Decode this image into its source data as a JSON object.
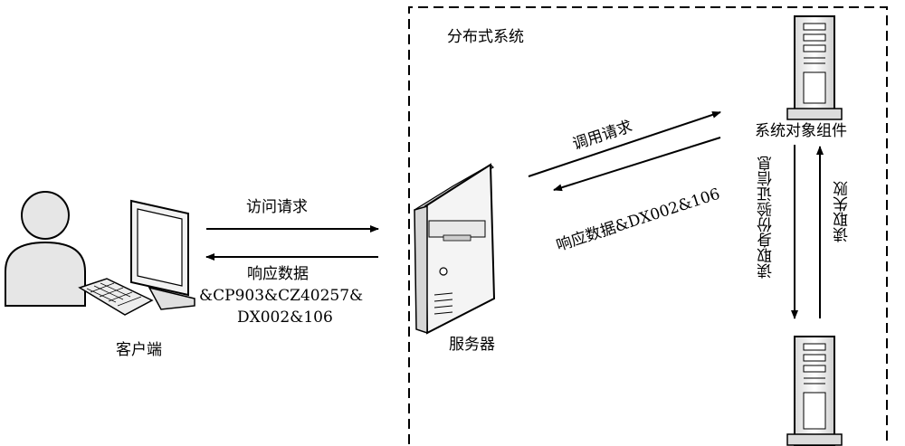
{
  "system_label": "分布式系统",
  "client_label": "客户端",
  "server_label": "服务器",
  "component_label": "系统对象组件",
  "access_request": "访问请求",
  "response_line1": "响应数据",
  "response_line2": "&CP903&CZ40257&",
  "response_line3": "DX002&106",
  "call_request": "调用请求",
  "call_response": "响应数据&DX002&106",
  "read_identity": "读取身份验证信息",
  "read_failure": "读取失败"
}
